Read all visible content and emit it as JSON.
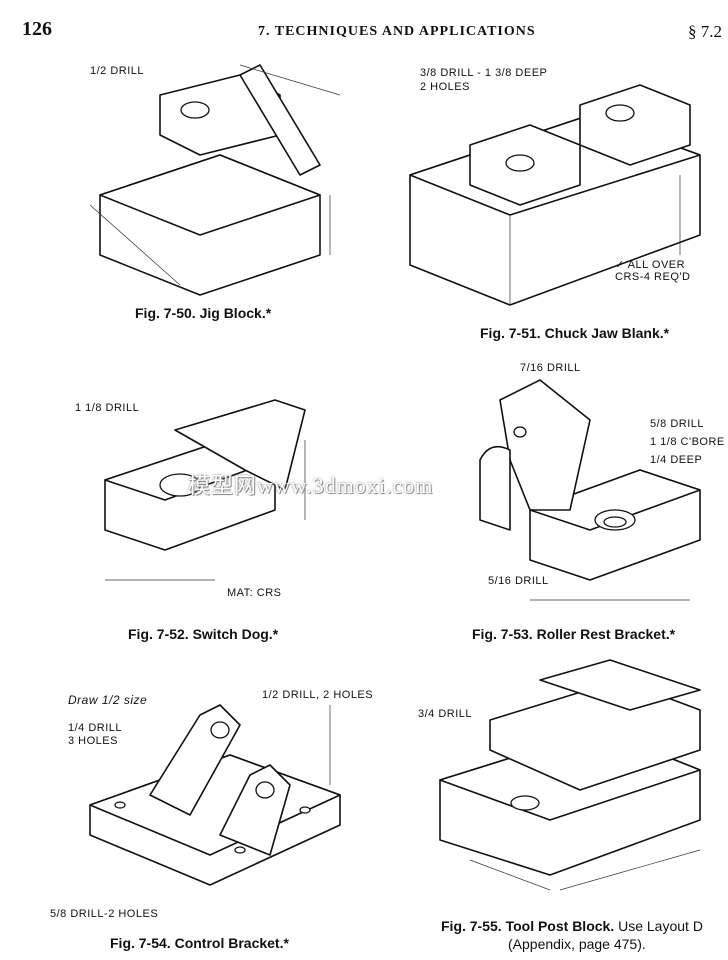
{
  "header": {
    "page_number": "126",
    "chapter_title": "7. TECHNIQUES AND APPLICATIONS",
    "section_mark": "§ 7.2"
  },
  "figures": [
    {
      "id": "fig-7-50",
      "number": "Fig. 7-50.",
      "name": "Jig Block.*",
      "notes": [
        "1/2 DRILL"
      ]
    },
    {
      "id": "fig-7-51",
      "number": "Fig. 7-51.",
      "name": "Chuck Jaw Blank.*",
      "notes": [
        "3/8 DRILL - 1 3/8 DEEP",
        "2 HOLES",
        "✓ ALL OVER",
        "CRS-4 REQ'D"
      ]
    },
    {
      "id": "fig-7-52",
      "number": "Fig. 7-52.",
      "name": "Switch Dog.*",
      "notes": [
        "1 1/8 DRILL",
        "MAT: CRS"
      ]
    },
    {
      "id": "fig-7-53",
      "number": "Fig. 7-53.",
      "name": "Roller Rest Bracket.*",
      "notes": [
        "7/16 DRILL",
        "5/8 DRILL",
        "1 1/8 C'BORE",
        "1/4 DEEP",
        "5/16 DRILL"
      ]
    },
    {
      "id": "fig-7-54",
      "number": "Fig. 7-54.",
      "name": "Control Bracket.*",
      "notes": [
        "Draw 1/2 size",
        "1/2 DRILL, 2 HOLES",
        "1/4 DRILL",
        "3 HOLES",
        "5/8 DRILL-2 HOLES"
      ]
    },
    {
      "id": "fig-7-55",
      "number": "Fig. 7-55.",
      "name": "Tool Post Block.",
      "extra": "Use Layout D",
      "extra2": "(Appendix, page 475).",
      "notes": [
        "3/4 DRILL"
      ]
    }
  ],
  "watermark": "模型网www.3dmoxi.com"
}
